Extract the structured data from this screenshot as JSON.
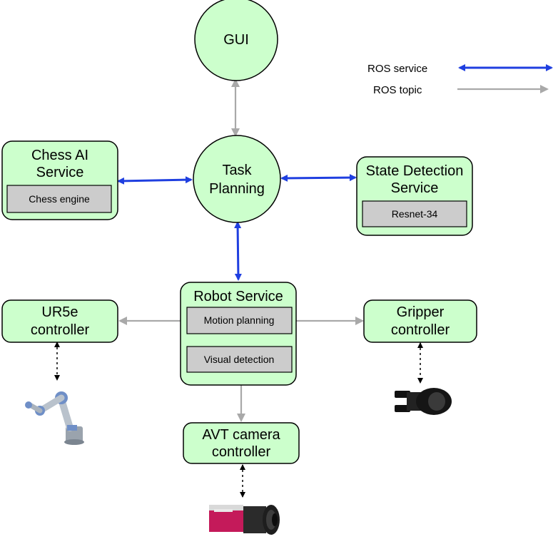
{
  "legend": {
    "service_label": "ROS service",
    "topic_label": "ROS topic",
    "service_color": "#1f3fe0",
    "topic_color": "#a9a9a9"
  },
  "nodes": {
    "gui": {
      "label": "GUI"
    },
    "task_planning": {
      "line1": "Task",
      "line2": "Planning"
    },
    "chess_ai": {
      "line1": "Chess AI",
      "line2": "Service",
      "component": "Chess engine"
    },
    "state_detection": {
      "line1": "State Detection",
      "line2": "Service",
      "component": "Resnet-34"
    },
    "robot_service": {
      "title": "Robot Service",
      "component1": "Motion planning",
      "component2": "Visual detection"
    },
    "ur5e": {
      "line1": "UR5e",
      "line2": "controller"
    },
    "gripper": {
      "line1": "Gripper",
      "line2": "controller"
    },
    "avt_camera": {
      "line1": "AVT camera",
      "line2": "controller"
    }
  },
  "colors": {
    "node_fill": "#ccffcc",
    "component_fill": "#cccccc"
  },
  "hardware": [
    "robot-arm-icon",
    "gripper-icon",
    "camera-icon"
  ]
}
